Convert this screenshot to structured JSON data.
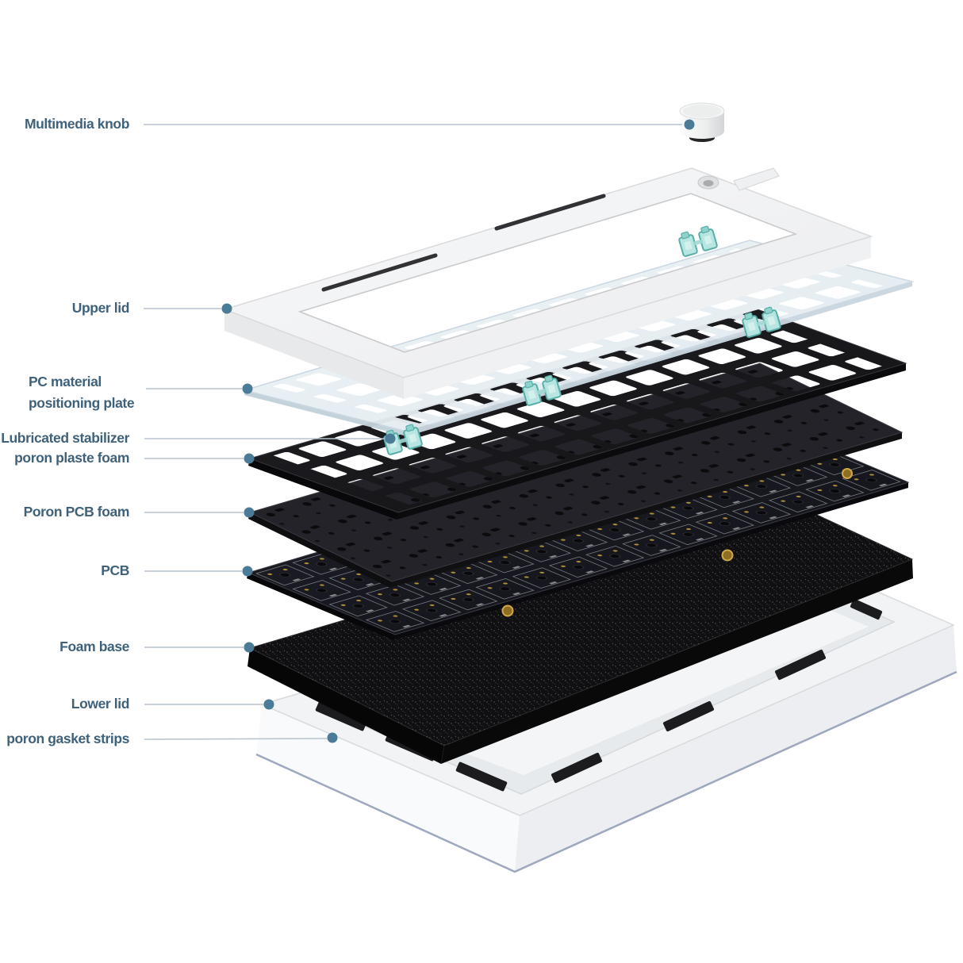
{
  "figure": {
    "type": "exploded-view-diagram",
    "subject": "mechanical keyboard kit components",
    "labels": [
      {
        "text": "Multimedia knob"
      },
      {
        "text": "Upper lid"
      },
      {
        "text": "PC material positioning plate"
      },
      {
        "text": "Lubricated stabilizer"
      },
      {
        "text": "poron plaste foam"
      },
      {
        "text": "Poron PCB foam"
      },
      {
        "text": "PCB"
      },
      {
        "text": "Foam base"
      },
      {
        "text": "Lower lid"
      },
      {
        "text": "poron gasket strips"
      }
    ],
    "colors": {
      "background": "#ffffff",
      "label_text": "#3f617a",
      "leader_line": "#b7c4cd",
      "leader_dot": "#4b7b97",
      "case_white": "#f2f3f5",
      "positioning_plate": "#e9f0f4",
      "foam_black": "#141416",
      "pcb_dark": "#17171c",
      "stabilizer_teal": "#b7e5e1",
      "gold_standoff": "#c9a53f",
      "bottom_edge_blue": "#8e99b3"
    }
  }
}
